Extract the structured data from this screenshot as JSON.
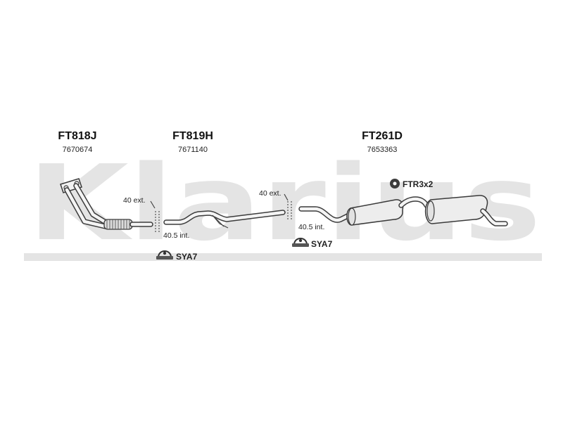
{
  "watermark": {
    "text": "Klarius",
    "color": "#e4e4e4"
  },
  "parts": [
    {
      "code": "FT818J",
      "ref": "7670674"
    },
    {
      "code": "FT819H",
      "ref": "7671140"
    },
    {
      "code": "FT261D",
      "ref": "7653363"
    }
  ],
  "joints": [
    {
      "outer": "40 ext.",
      "inner": "40.5 int."
    },
    {
      "outer": "40 ext.",
      "inner": "40.5 int."
    }
  ],
  "accessories": [
    {
      "label": "SYA7",
      "icon": "clamp-icon"
    },
    {
      "label": "SYA7",
      "icon": "clamp-icon"
    },
    {
      "label": "FTR3x2",
      "icon": "rubber-mount-icon"
    }
  ],
  "colors": {
    "pipe_outline": "#3c3c3c",
    "pipe_fill": "#f4f4f4",
    "muffler_fill": "#ededed",
    "text": "#111111"
  }
}
